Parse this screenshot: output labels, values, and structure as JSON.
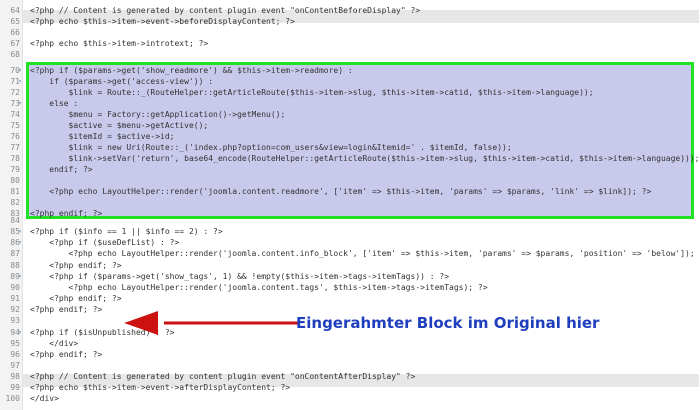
{
  "editor": {
    "lines": [
      {
        "n": "64",
        "code": "<?php // Content is generated by content plugin event \"onContentBeforeDisplay\" ?>"
      },
      {
        "n": "65",
        "code": "<?php echo $this->item->event->beforeDisplayContent; ?>"
      },
      {
        "n": "66",
        "code": ""
      },
      {
        "n": "67",
        "code": "<?php echo $this->item->introtext; ?>"
      },
      {
        "n": "68",
        "code": ""
      },
      {
        "n": "70",
        "code": "<?php if ($params->get('show_readmore') && $this->item->readmore) :",
        "fold": true
      },
      {
        "n": "71",
        "code": "    if ($params->get('access-view')) :",
        "fold": true
      },
      {
        "n": "72",
        "code": "        $link = Route::_(RouteHelper::getArticleRoute($this->item->slug, $this->item->catid, $this->item->language));"
      },
      {
        "n": "73",
        "code": "    else :",
        "fold": true
      },
      {
        "n": "74",
        "code": "        $menu = Factory::getApplication()->getMenu();"
      },
      {
        "n": "75",
        "code": "        $active = $menu->getActive();"
      },
      {
        "n": "76",
        "code": "        $itemId = $active->id;"
      },
      {
        "n": "77",
        "code": "        $link = new Uri(Route::_('index.php?option=com_users&view=login&Itemid=' . $itemId, false));"
      },
      {
        "n": "78",
        "code": "        $link->setVar('return', base64_encode(RouteHelper::getArticleRoute($this->item->slug, $this->item->catid, $this->item->language)));"
      },
      {
        "n": "79",
        "code": "    endif; ?>"
      },
      {
        "n": "80",
        "code": ""
      },
      {
        "n": "81",
        "code": "    <?php echo LayoutHelper::render('joomla.content.readmore', ['item' => $this->item, 'params' => $params, 'link' => $link]); ?>"
      },
      {
        "n": "82",
        "code": ""
      },
      {
        "n": "83",
        "code": "<?php endif; ?>"
      },
      {
        "n": "84",
        "code": ""
      },
      {
        "n": "85",
        "code": "<?php if ($info == 1 || $info == 2) : ?>",
        "fold": true
      },
      {
        "n": "86",
        "code": "    <?php if ($useDefList) : ?>",
        "fold": true
      },
      {
        "n": "87",
        "code": "        <?php echo LayoutHelper::render('joomla.content.info_block', ['item' => $this->item, 'params' => $params, 'position' => 'below']); ?>"
      },
      {
        "n": "88",
        "code": "    <?php endif; ?>"
      },
      {
        "n": "89",
        "code": "    <?php if ($params->get('show_tags', 1) && !empty($this->item->tags->itemTags)) : ?>",
        "fold": true
      },
      {
        "n": "90",
        "code": "        <?php echo LayoutHelper::render('joomla.content.tags', $this->item->tags->itemTags); ?>"
      },
      {
        "n": "91",
        "code": "    <?php endif; ?>"
      },
      {
        "n": "92",
        "code": "<?php endif; ?>"
      },
      {
        "n": "93",
        "code": ""
      },
      {
        "n": "94",
        "code": "<?php if ($isUnpublished) : ?>",
        "fold": true
      },
      {
        "n": "95",
        "code": "    </div>"
      },
      {
        "n": "96",
        "code": "<?php endif; ?>"
      },
      {
        "n": "97",
        "code": ""
      },
      {
        "n": "98",
        "code": "<?php // Content is generated by content plugin event \"onContentAfterDisplay\" ?>"
      },
      {
        "n": "99",
        "code": "<?php echo $this->item->event->afterDisplayContent; ?>"
      },
      {
        "n": "100",
        "code": "</div>"
      }
    ]
  },
  "annotation": {
    "text": "Eingerahmter Block im Original hier"
  },
  "colors": {
    "frame": "#22e022",
    "block_fill": "#c9c9ec",
    "annotation_text": "#1f3fbf",
    "arrow": "#cc1111"
  }
}
